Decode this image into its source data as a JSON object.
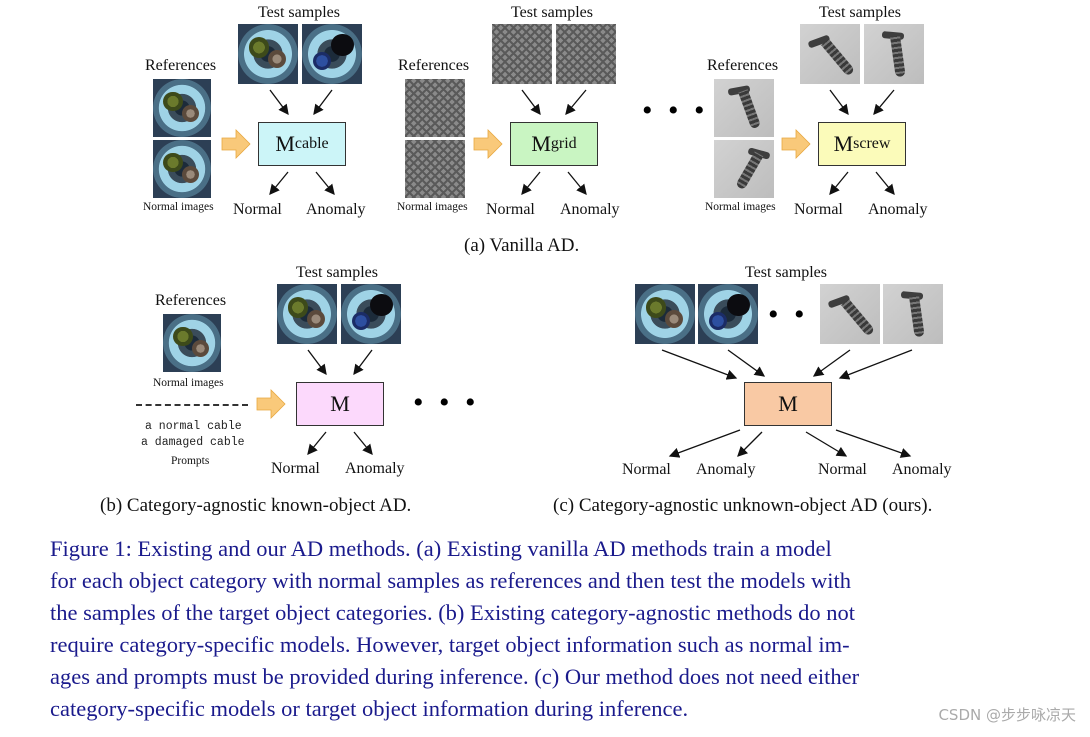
{
  "panel_a": {
    "groups": [
      {
        "test_label": "Test samples",
        "ref_label": "References",
        "normal_images_label": "Normal images",
        "model_name": "M",
        "model_sub": "cable",
        "out_normal": "Normal",
        "out_anomaly": "Anomaly",
        "box_color": "#ccf5f8"
      },
      {
        "test_label": "Test samples",
        "ref_label": "References",
        "normal_images_label": "Normal images",
        "model_name": "M",
        "model_sub": "grid",
        "out_normal": "Normal",
        "out_anomaly": "Anomaly",
        "box_color": "#c9f5c2"
      },
      {
        "test_label": "Test samples",
        "ref_label": "References",
        "normal_images_label": "Normal images",
        "model_name": "M",
        "model_sub": "screw",
        "out_normal": "Normal",
        "out_anomaly": "Anomaly",
        "box_color": "#fbfbba"
      }
    ],
    "ellipsis": "• • •",
    "caption": "(a) Vanilla AD."
  },
  "panel_b": {
    "test_label": "Test samples",
    "ref_label": "References",
    "normal_images_label": "Normal images",
    "prompt_1": "a normal cable",
    "prompt_2": "a damaged cable",
    "prompts_label": "Prompts",
    "model_name": "M",
    "box_color": "#fcd9fc",
    "out_normal": "Normal",
    "out_anomaly": "Anomaly",
    "ellipsis": "• • •",
    "caption": "(b) Category-agnostic known-object AD."
  },
  "panel_c": {
    "test_label": "Test samples",
    "ellipsis": "• • •",
    "model_name": "M",
    "box_color": "#f9c9a4",
    "out_normal_1": "Normal",
    "out_anomaly_1": "Anomaly",
    "out_normal_2": "Normal",
    "out_anomaly_2": "Anomaly",
    "caption": "(c) Category-agnostic unknown-object AD (ours)."
  },
  "figure_caption": {
    "lines": [
      "Figure 1:  Existing and our AD methods.  (a) Existing vanilla AD methods train a model",
      "for each object category with normal samples as references and then test the models with",
      "the samples of the target object categories.  (b) Existing category-agnostic methods do not",
      "require category-specific models.  However, target object information such as normal im-",
      "ages and prompts must be provided during inference.  (c) Our method does not need either",
      "category-specific models or target object information during inference."
    ]
  },
  "watermark": "CSDN @步步咏凉天",
  "colors": {
    "caption_text": "#1a1a8c",
    "fat_arrow": "#f9c97a"
  }
}
